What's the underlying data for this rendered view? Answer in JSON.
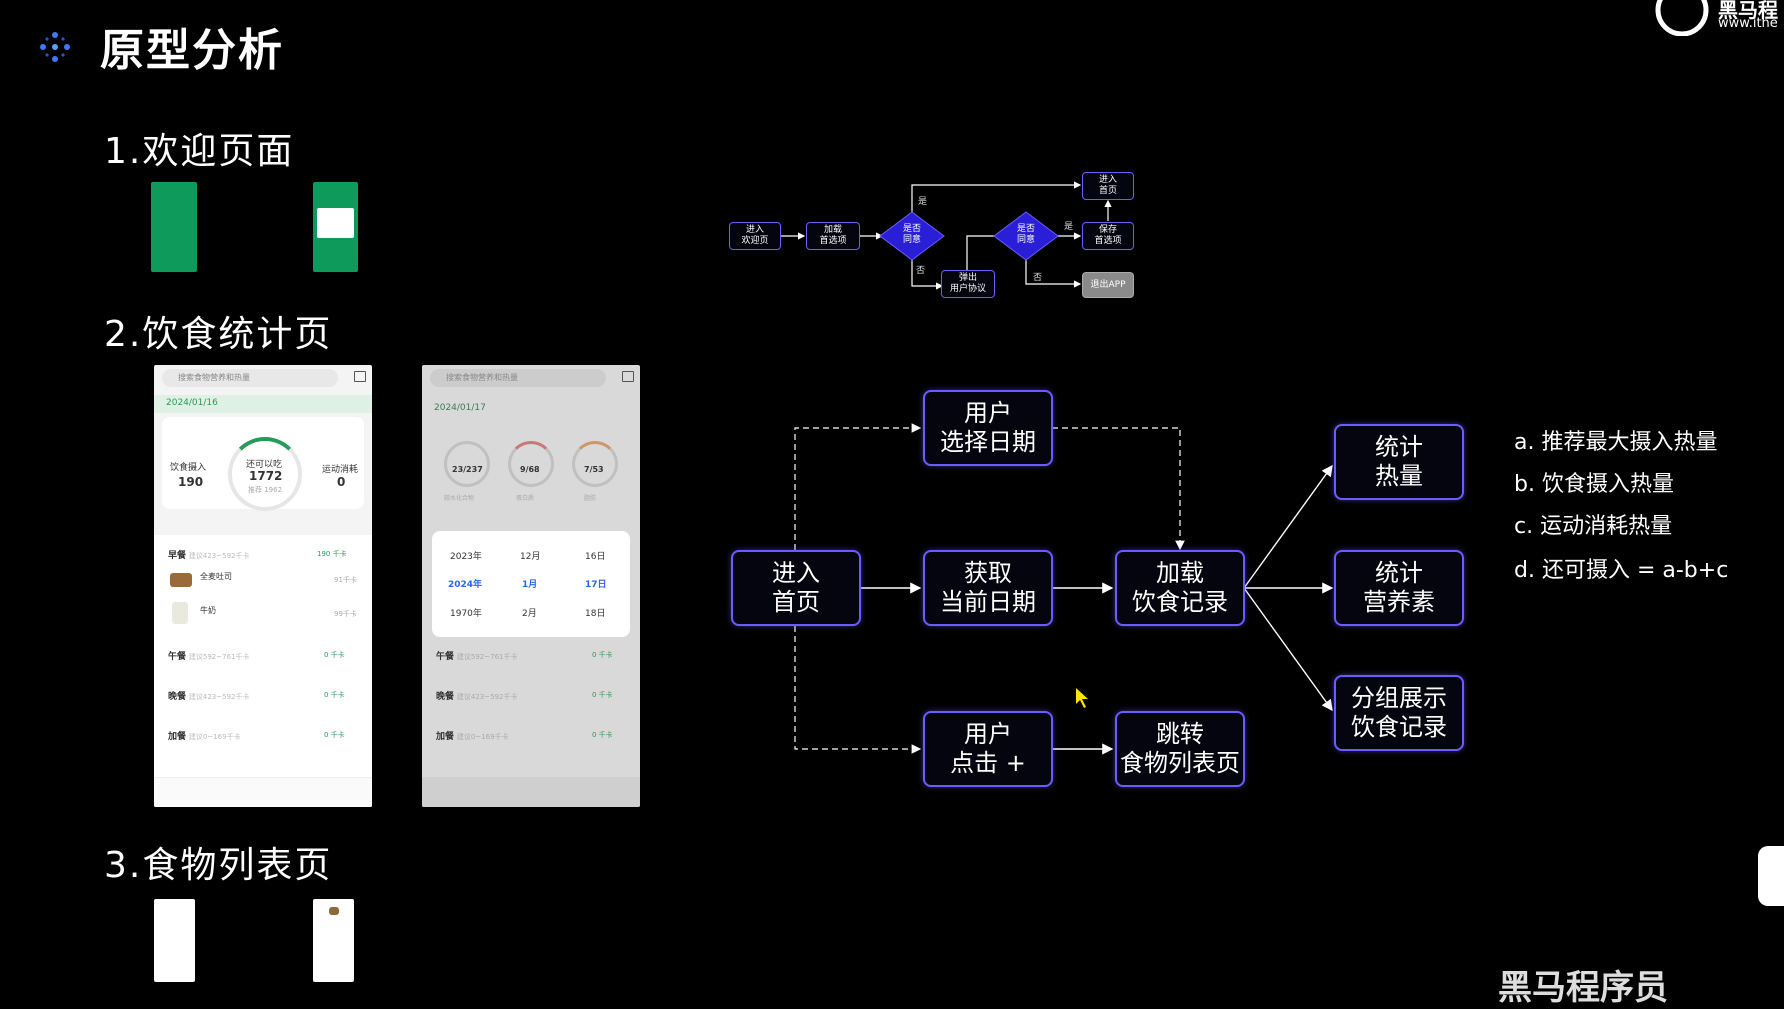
{
  "title": "原型分析",
  "sections": [
    {
      "label": "1.欢迎页面"
    },
    {
      "label": "2.饮食统计页"
    },
    {
      "label": "3.食物列表页"
    }
  ],
  "phone1": {
    "search_placeholder": "搜索食物营养和热量",
    "date": "2024/01/16",
    "intake_label": "饮食摄入",
    "intake_value": "190",
    "remain_label": "还可以吃",
    "remain_value": "1772",
    "remain_sub": "推荐 1962",
    "burn_label": "运动消耗",
    "burn_value": "0",
    "meals": [
      {
        "name": "早餐",
        "hint": "建议423~592千卡",
        "kcal": "190 千卡"
      },
      {
        "name": "午餐",
        "hint": "建议592~761千卡",
        "kcal": "0 千卡"
      },
      {
        "name": "晚餐",
        "hint": "建议423~592千卡",
        "kcal": "0 千卡"
      },
      {
        "name": "加餐",
        "hint": "建议0~169千卡",
        "kcal": "0 千卡"
      }
    ],
    "foods": [
      {
        "name": "全麦吐司",
        "kcal": "91千卡"
      },
      {
        "name": "牛奶",
        "kcal": "99千卡"
      }
    ]
  },
  "phone2": {
    "search_placeholder": "搜索食物营养和热量",
    "date": "2024/01/17",
    "rings": [
      {
        "label": "碳水化合物",
        "value": "23/237"
      },
      {
        "label": "蛋白质",
        "value": "9/68"
      },
      {
        "label": "脂肪",
        "value": "7/53"
      }
    ],
    "picker": {
      "years": [
        "2023年",
        "2024年",
        "1970年"
      ],
      "months": [
        "12月",
        "1月",
        "2月"
      ],
      "days": [
        "16日",
        "17日",
        "18日"
      ]
    },
    "meals": [
      {
        "name": "午餐",
        "hint": "建议592~761千卡",
        "kcal": "0 千卡"
      },
      {
        "name": "晚餐",
        "hint": "建议423~592千卡",
        "kcal": "0 千卡"
      },
      {
        "name": "加餐",
        "hint": "建议0~169千卡",
        "kcal": "0 千卡"
      }
    ]
  },
  "small_flow": {
    "enter_welcome": "进入\n欢迎页",
    "load_pref": "加载\n首选项",
    "agree1": "是否\n同意",
    "popup": "弹出\n用户协议",
    "agree2": "是否\n同意",
    "save_pref": "保存\n首选项",
    "enter_home": "进入\n首页",
    "exit_app": "退出APP",
    "yes": "是",
    "no": "否"
  },
  "main_flow": {
    "enter_home": "进入\n首页",
    "select_date": "用户\n选择日期",
    "get_date": "获取\n当前日期",
    "click_plus": "用户\n点击 +",
    "load_records": "加载\n饮食记录",
    "jump_list": "跳转\n食物列表页",
    "stat_heat": "统计\n热量",
    "stat_nutrient": "统计\n营养素",
    "group_show": "分组展示\n饮食记录"
  },
  "notes": [
    "a. 推荐最大摄入热量",
    "b. 饮食摄入热量",
    "c. 运动消耗热量",
    "d. 还可摄入 = a-b+c"
  ],
  "watermark": {
    "brand": "黑马程序员",
    "url": "www.ithe",
    "logo_text": "黑马程"
  },
  "colors": {
    "accent": "#6b5cff",
    "green": "#0e9a5a",
    "diamond": "#2a1fd6"
  }
}
